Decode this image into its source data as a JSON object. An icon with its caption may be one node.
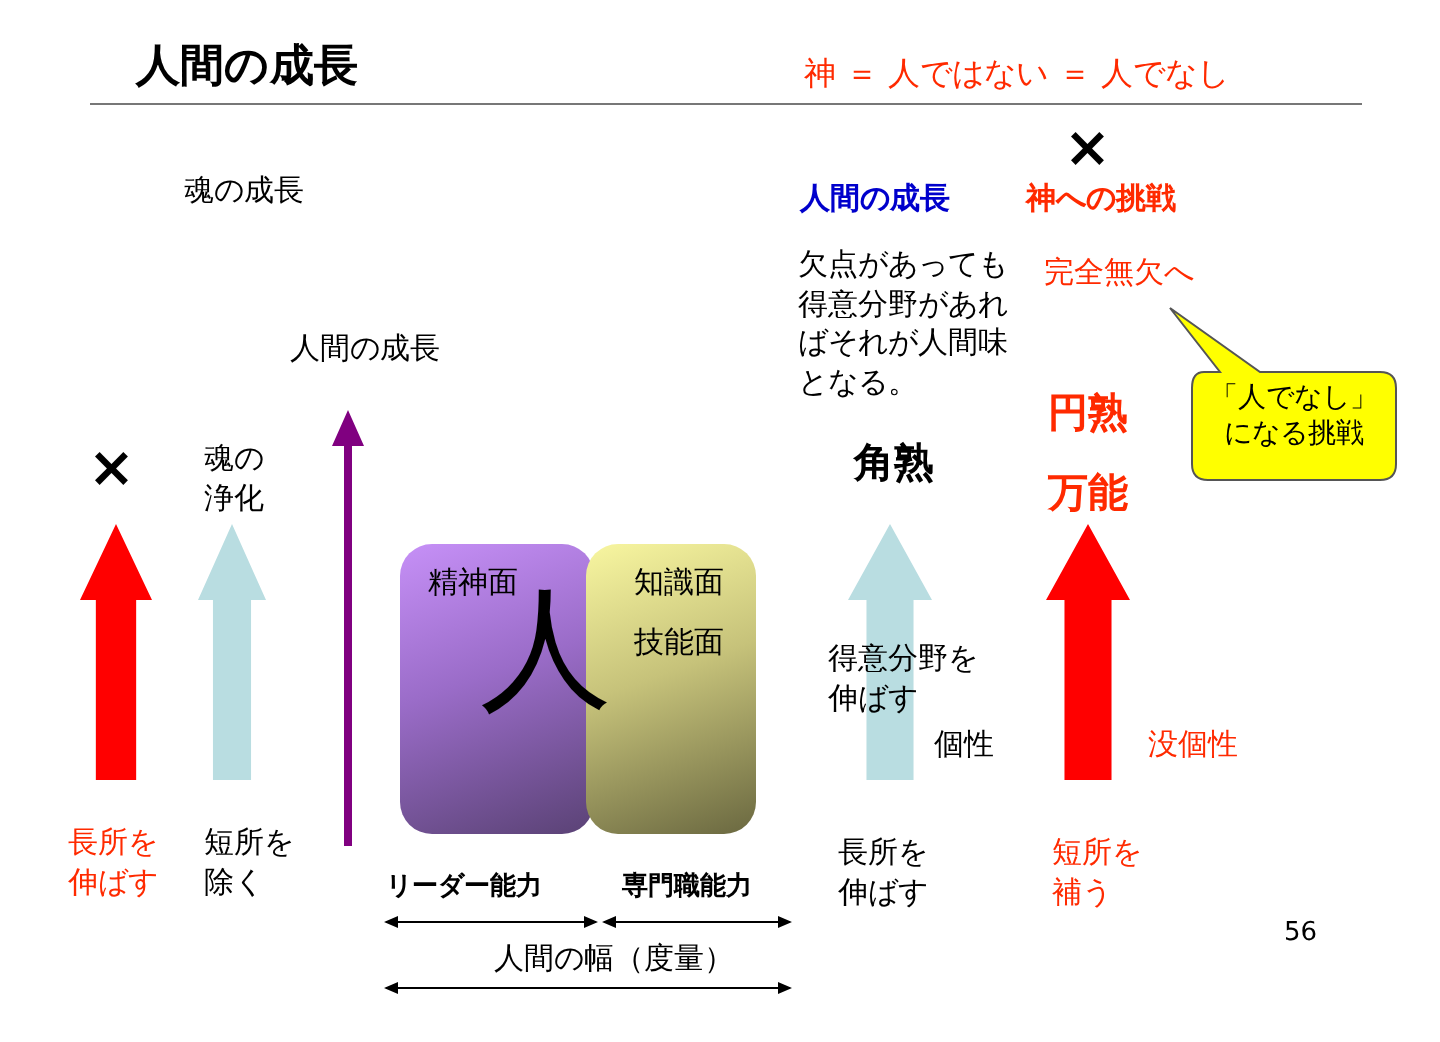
{
  "diagram": {
    "title": "人間の成長",
    "nodes": [
      {
        "text": [
          "精神面"
        ]
      },
      {
        "text": [
          "知識面",
          "技能面"
        ]
      },
      {
        "text": [
          "「人でなし」になる挑戦"
        ]
      }
    ],
    "labels": [
      "神 ＝ 人ではない ＝ 人でなし",
      "×",
      "魂の成長",
      "人間の成長",
      "神への挑戦",
      "欠点があっても得意分野があればそれが人間味となる。",
      "完全無欠へ",
      "人間の成長",
      "×",
      "魂の浄化",
      "円熟",
      "角熟",
      "万能",
      "人",
      "得意分野を伸ばす",
      "個性",
      "没個性",
      "長所を伸ばす",
      "短所を除く",
      "長所を伸ばす",
      "短所を補う",
      "リーダー能力",
      "専門職能力",
      "人間の幅（度量）",
      "56"
    ]
  }
}
